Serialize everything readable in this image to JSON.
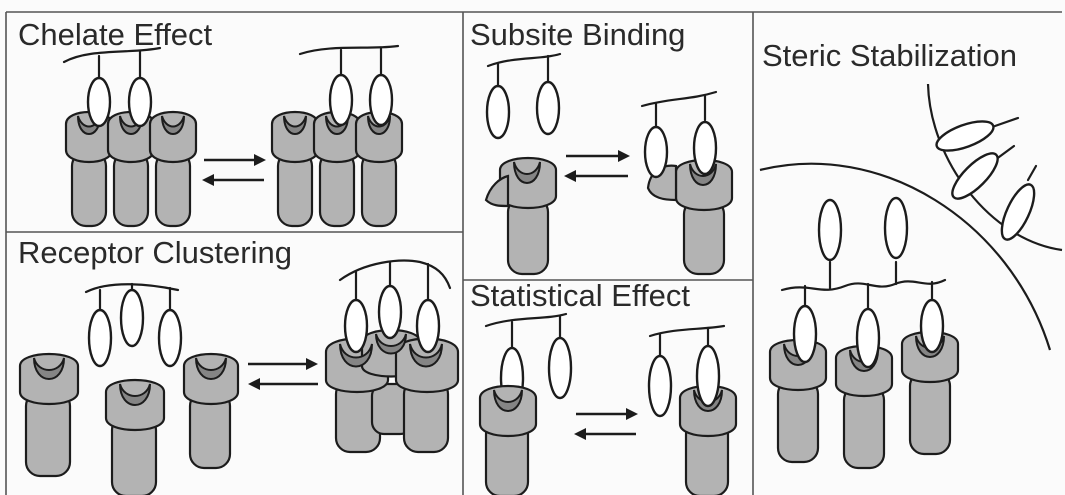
{
  "panels": {
    "chelate": {
      "title": "Chelate Effect"
    },
    "subsite": {
      "title": "Subsite Binding"
    },
    "steric": {
      "title": "Steric Stabilization"
    },
    "clustering": {
      "title": "Receptor Clustering"
    },
    "statistical": {
      "title": "Statistical Effect"
    }
  },
  "colors": {
    "receptor_fill": "#b3b3b3",
    "receptor_pocket": "#858585",
    "ligand_fill": "#ffffff",
    "stroke": "#1c1c1c"
  }
}
